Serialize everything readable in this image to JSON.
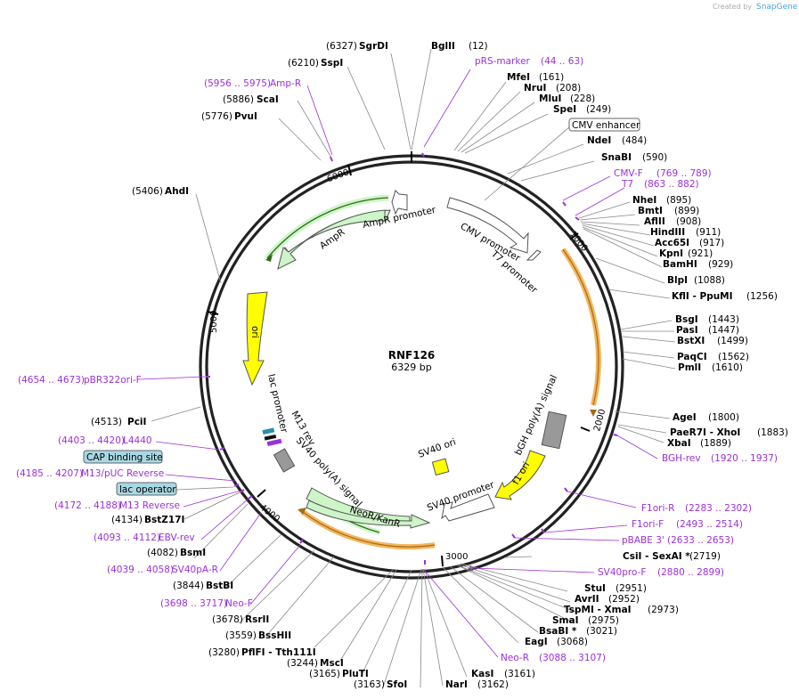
{
  "credit": {
    "prefix": "Created by",
    "brand": "SnapGene"
  },
  "plasmid": {
    "name": "RNF126",
    "size": "6329 bp"
  },
  "ticks": [
    "1000",
    "2000",
    "3000",
    "4000",
    "5000",
    "6000"
  ],
  "features": {
    "cmv_promoter": "CMV promoter",
    "t7_promoter": "T7 promoter",
    "ampr_promoter": "AmpR promoter",
    "ampr": "AmpR",
    "ori": "ori",
    "lac_promoter": "lac promoter",
    "m13_rev": "M13 rev",
    "sv40_polya": "SV40 poly(A) signal",
    "neor": "NeoR/KanR",
    "sv40_promoter": "SV40 promoter",
    "sv40_ori": "SV40 ori",
    "f1_ori": "f1 ori",
    "bgh": "bGH poly(A) signal"
  },
  "boxed": {
    "cmv_enhancer": "CMV enhancer",
    "cap_site": "CAP binding site",
    "lac_operator": "lac operator"
  },
  "enzymes": {
    "sgrdi": {
      "name": "SgrDI",
      "pos": "(6327)"
    },
    "bglii": {
      "name": "BglII",
      "pos": "(12)"
    },
    "sspi": {
      "name": "SspI",
      "pos": "(6210)"
    },
    "scai": {
      "name": "ScaI",
      "pos": "(5886)"
    },
    "pvui": {
      "name": "PvuI",
      "pos": "(5776)"
    },
    "ahdi": {
      "name": "AhdI",
      "pos": "(5406)"
    },
    "mfei": {
      "name": "MfeI",
      "pos": "(161)"
    },
    "nrui": {
      "name": "NruI",
      "pos": "(208)"
    },
    "mlui": {
      "name": "MluI",
      "pos": "(228)"
    },
    "spei": {
      "name": "SpeI",
      "pos": "(249)"
    },
    "ndei": {
      "name": "NdeI",
      "pos": "(484)"
    },
    "snabi": {
      "name": "SnaBI",
      "pos": "(590)"
    },
    "nhei": {
      "name": "NheI",
      "pos": "(895)"
    },
    "bmti": {
      "name": "BmtI",
      "pos": "(899)"
    },
    "afiii": {
      "name": "AflII",
      "pos": "(908)"
    },
    "hindiii": {
      "name": "HindIII",
      "pos": "(911)"
    },
    "acc65i": {
      "name": "Acc65I",
      "pos": "(917)"
    },
    "kpni": {
      "name": "KpnI",
      "pos": "(921)"
    },
    "bamhi": {
      "name": "BamHI",
      "pos": "(929)"
    },
    "blpi": {
      "name": "BlpI",
      "pos": "(1088)"
    },
    "kfli": {
      "name": "KflI  - PpuMI",
      "pos": "(1256)"
    },
    "bsgi": {
      "name": "BsgI",
      "pos": "(1443)"
    },
    "pasi": {
      "name": "PasI",
      "pos": "(1447)"
    },
    "bstxi": {
      "name": "BstXI",
      "pos": "(1499)"
    },
    "paqci": {
      "name": "PaqCI",
      "pos": "(1562)"
    },
    "pmli": {
      "name": "PmlI",
      "pos": "(1610)"
    },
    "agei": {
      "name": "AgeI",
      "pos": "(1800)"
    },
    "paer7i": {
      "name": "PaeR7I  - XhoI",
      "pos": "(1883)"
    },
    "xbai": {
      "name": "XbaI",
      "pos": "(1889)"
    },
    "csii": {
      "name": "CsiI  - SexAI *",
      "pos": "(2719)"
    },
    "stui": {
      "name": "StuI",
      "pos": "(2951)"
    },
    "avrii": {
      "name": "AvrII",
      "pos": "(2952)"
    },
    "tspmi": {
      "name": "TspMI  - XmaI",
      "pos": "(2973)"
    },
    "smai": {
      "name": "SmaI",
      "pos": "(2975)"
    },
    "bsabi": {
      "name": "BsaBI *",
      "pos": "(3021)"
    },
    "eagi": {
      "name": "EagI",
      "pos": "(3068)"
    },
    "kasi": {
      "name": "KasI",
      "pos": "(3161)"
    },
    "nari": {
      "name": "NarI",
      "pos": "(3162)"
    },
    "sfoi": {
      "name": "SfoI",
      "pos": "(3163)"
    },
    "pluti": {
      "name": "PluTI",
      "pos": "(3165)"
    },
    "msci": {
      "name": "MscI",
      "pos": "(3244)"
    },
    "pflfi": {
      "name": "PflFI  - Tth111I",
      "pos": "(3280)"
    },
    "bsshii": {
      "name": "BssHII",
      "pos": "(3559)"
    },
    "rsrii": {
      "name": "RsrII",
      "pos": "(3678)"
    },
    "bstbi": {
      "name": "BstBI",
      "pos": "(3844)"
    },
    "bsmi": {
      "name": "BsmI",
      "pos": "(4082)"
    },
    "bstz17i": {
      "name": "BstZ17I",
      "pos": "(4134)"
    },
    "pcii": {
      "name": "PciI",
      "pos": "(4513)"
    }
  },
  "primers": {
    "prs": {
      "name": "pRS-marker",
      "pos": "(44 .. 63)"
    },
    "ampr": {
      "name": "Amp-R",
      "pos": "(5956 .. 5975)"
    },
    "cmvf": {
      "name": "CMV-F",
      "pos": "(769 .. 789)"
    },
    "t7": {
      "name": "T7",
      "pos": "(863 .. 882)"
    },
    "pbr322": {
      "name": "pBR322ori-F",
      "pos": "(4654 .. 4673)"
    },
    "l4440": {
      "name": "L4440",
      "pos": "(4403 .. 4420)"
    },
    "m13puc": {
      "name": "M13/pUC Reverse",
      "pos": "(4185 .. 4207)"
    },
    "m13r": {
      "name": "M13 Reverse",
      "pos": "(4172 .. 4188)"
    },
    "ebv": {
      "name": "EBV-rev",
      "pos": "(4093 .. 4112)"
    },
    "sv40pa": {
      "name": "SV40pA-R",
      "pos": "(4039 .. 4058)"
    },
    "neof": {
      "name": "Neo-F",
      "pos": "(3698 .. 3717)"
    },
    "bgh": {
      "name": "BGH-rev",
      "pos": "(1920 .. 1937)"
    },
    "f1r": {
      "name": "F1ori-R",
      "pos": "(2283 .. 2302)"
    },
    "f1f": {
      "name": "F1ori-F",
      "pos": "(2493 .. 2514)"
    },
    "pbabe": {
      "name": "pBABE 3'",
      "pos": "(2633 .. 2653)"
    },
    "sv40f": {
      "name": "SV40pro-F",
      "pos": "(2880 .. 2899)"
    },
    "neor": {
      "name": "Neo-R",
      "pos": "(3088 .. 3107)"
    }
  }
}
